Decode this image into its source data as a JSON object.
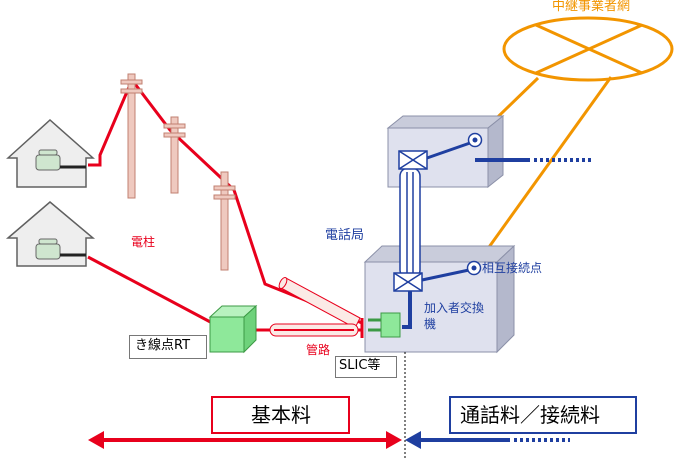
{
  "labels": {
    "relay_network": "中継事業者網",
    "utility_pole": "電柱",
    "telephone_office": "電話局",
    "interconnection_point": "相互接続点",
    "subscriber_exchange": "加入者交換\n機",
    "remote_terminal": "き線点RT",
    "conduit": "管路",
    "slic": "SLIC等",
    "basic_fee": "基本料",
    "call_fee": "通話料／接続料"
  },
  "colors": {
    "access_line": "#e8001c",
    "relay_line": "#f29500",
    "office_line": "#1f3fa0",
    "office_fill": "#dfe1ee",
    "office_edge": "#8b90a8",
    "rt_fill": "#8ee89a",
    "pole_fill": "#efc9bf"
  },
  "icons": [
    "house-icon",
    "telephone-icon",
    "utility-pole-icon",
    "exchange-switch-icon",
    "interconnection-point-icon",
    "conduit-pipe-icon",
    "remote-terminal-box-icon"
  ]
}
